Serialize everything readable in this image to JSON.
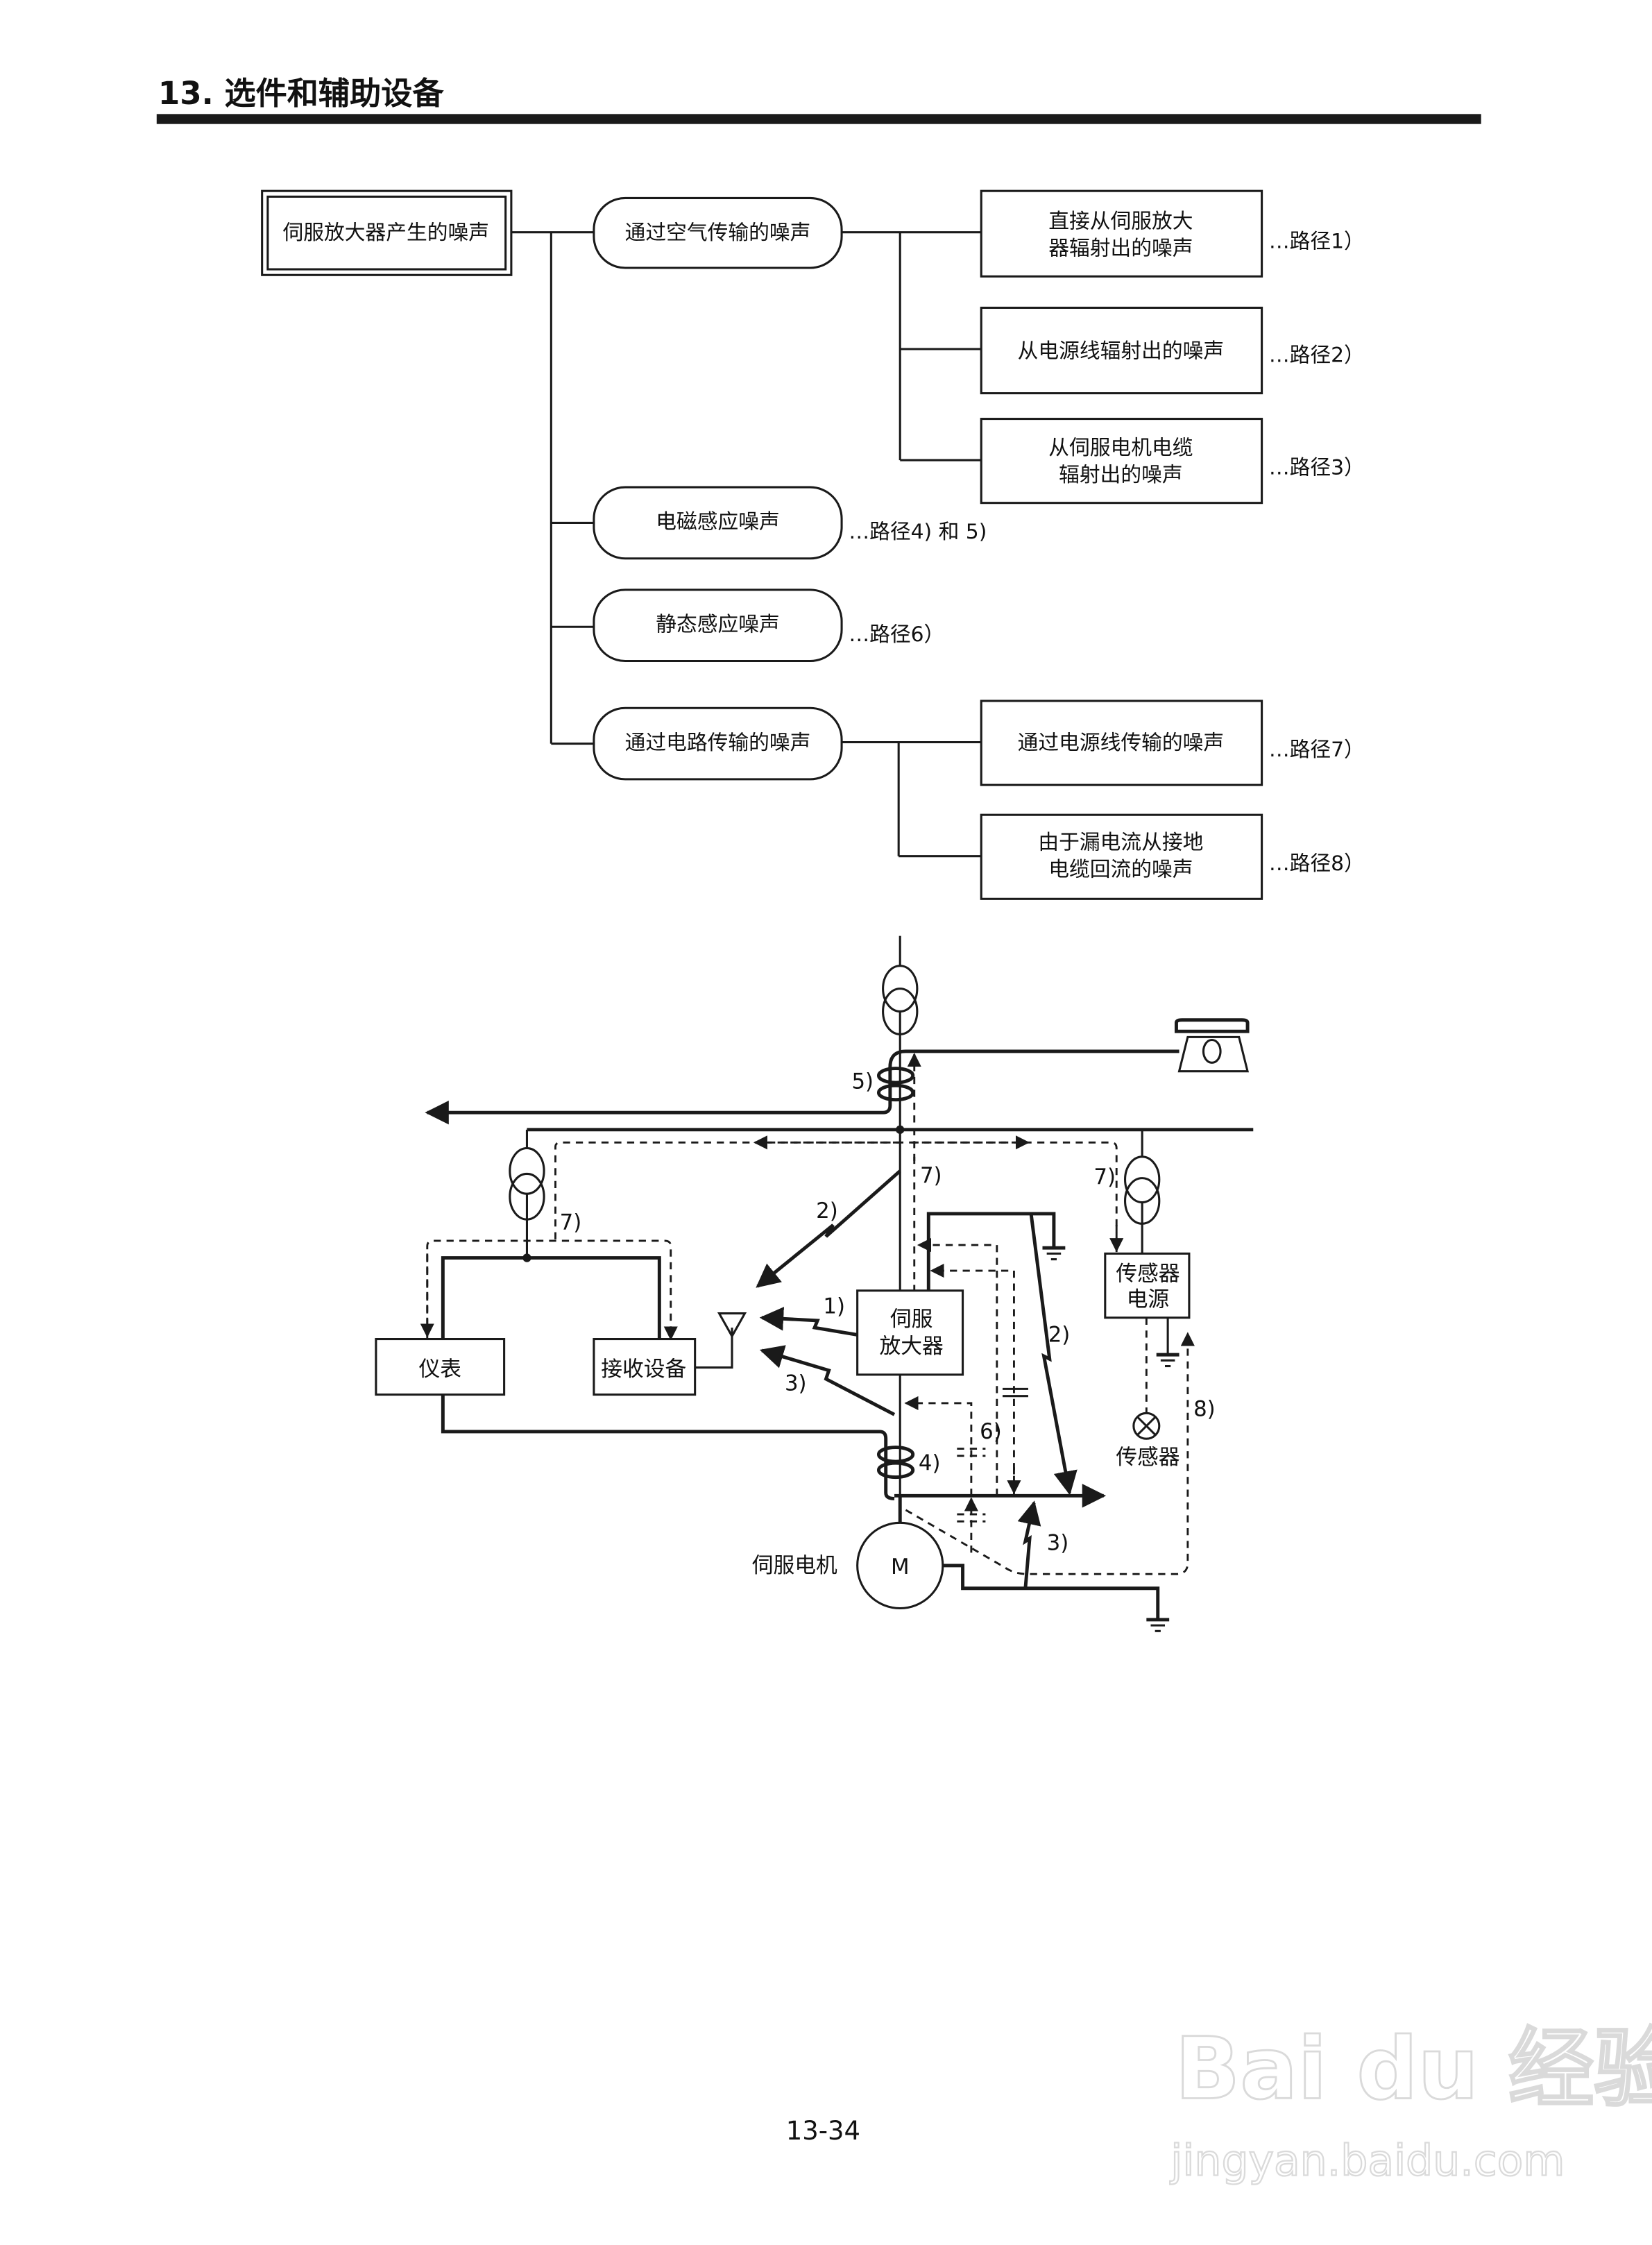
{
  "header": {
    "title": "13. 选件和辅助设备"
  },
  "tree": {
    "root": "伺服放大器产生的噪声",
    "branches": [
      {
        "label": "通过空气传输的噪声",
        "children": [
          {
            "lines": [
              "直接从伺服放大",
              "器辐射出的噪声"
            ],
            "path": "…路径1）"
          },
          {
            "lines": [
              "从电源线辐射出的噪声"
            ],
            "path": "…路径2）"
          },
          {
            "lines": [
              "从伺服电机电缆",
              "辐射出的噪声"
            ],
            "path": "…路径3）"
          }
        ]
      },
      {
        "label": "电磁感应噪声",
        "path": "…路径4) 和 5)"
      },
      {
        "label": "静态感应噪声",
        "path": "…路径6）"
      },
      {
        "label": "通过电路传输的噪声",
        "children": [
          {
            "lines": [
              "通过电源线传输的噪声"
            ],
            "path": "…路径7）"
          },
          {
            "lines": [
              "由于漏电流从接地",
              "电缆回流的噪声"
            ],
            "path": "…路径8）"
          }
        ]
      }
    ]
  },
  "circuit": {
    "instrument": "仪表",
    "receiver": "接收设备",
    "servo_amp": [
      "伺服",
      "放大器"
    ],
    "sensor_power": [
      "传感器",
      "电源"
    ],
    "sensor": "传感器",
    "servo_motor": "伺服电机",
    "motor_symbol": "M",
    "path_labels": {
      "p1": "1)",
      "p2a": "2)",
      "p2b": "2)",
      "p3a": "3)",
      "p3b": "3)",
      "p4": "4)",
      "p5": "5)",
      "p6": "6)",
      "p7a": "7)",
      "p7b": "7)",
      "p7c": "7)",
      "p8": "8)"
    }
  },
  "footer": {
    "page_number": "13-34"
  },
  "watermark": {
    "brand": "Bai du 经验",
    "url": "jingyan.baidu.com"
  }
}
